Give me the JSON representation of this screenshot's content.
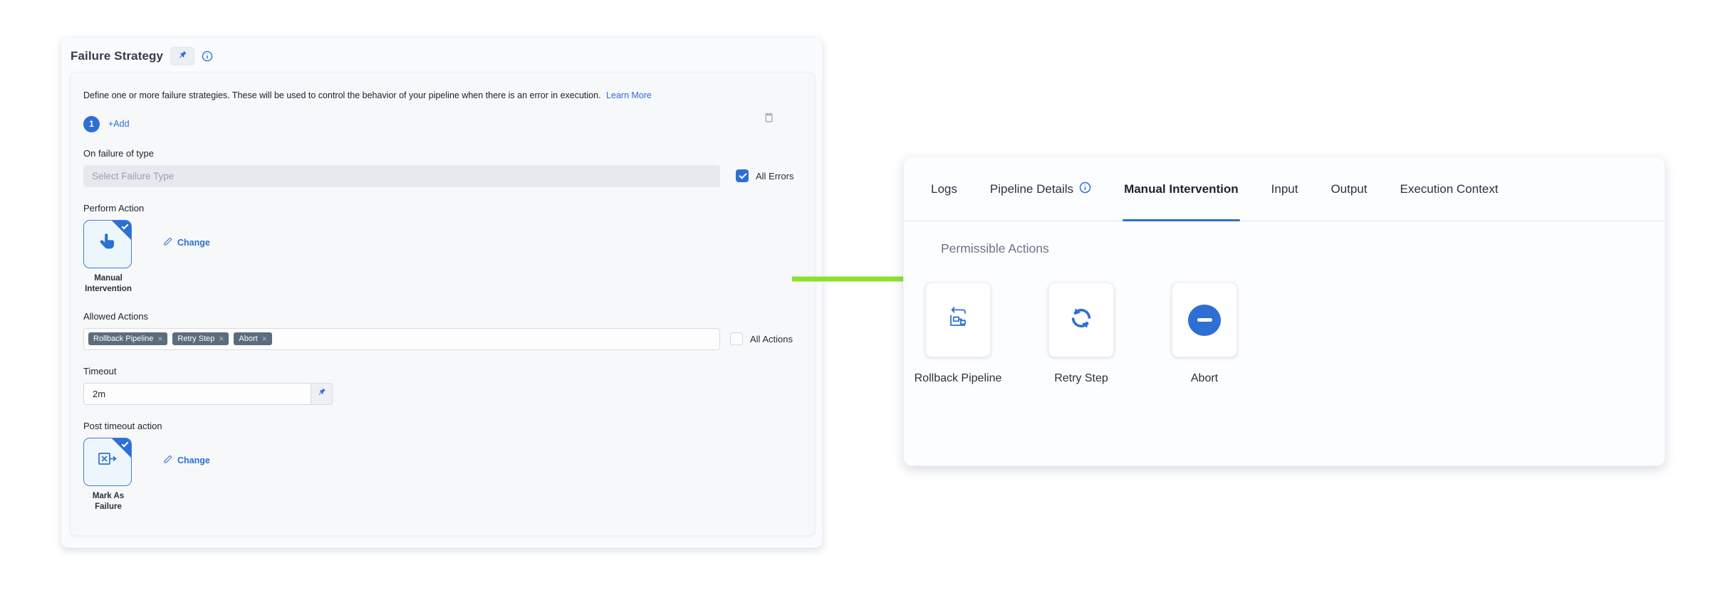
{
  "colors": {
    "primary_blue": "#2e6fd3",
    "link_blue": "#2e6fd3",
    "tag_bg": "#5c6c7f",
    "arrow_green": "#8ce12d",
    "panel_bg": "#f9fbfe",
    "card_bg": "#f6f8fa"
  },
  "failure_strategy": {
    "title": "Failure Strategy",
    "description": "Define one or more failure strategies. These will be used to control the behavior of your pipeline when there is an error in execution.",
    "learn_more": "Learn More",
    "strategy_index": "1",
    "add_label": "+Add",
    "on_failure_label": "On failure of type",
    "failure_type_placeholder": "Select Failure Type",
    "all_errors_label": "All Errors",
    "all_errors_checked": true,
    "perform_action_label": "Perform Action",
    "perform_action": {
      "name": "Manual Intervention",
      "change_label": "Change"
    },
    "allowed_actions_label": "Allowed Actions",
    "allowed_actions_tags": [
      "Rollback Pipeline",
      "Retry Step",
      "Abort"
    ],
    "all_actions_label": "All Actions",
    "all_actions_checked": false,
    "timeout_label": "Timeout",
    "timeout_value": "2m",
    "post_timeout_label": "Post timeout action",
    "post_timeout_action": {
      "name": "Mark As Failure",
      "change_label": "Change"
    },
    "icons": [
      "pin-icon",
      "info-icon",
      "delete-icon",
      "pencil-icon",
      "hand-pointer-icon",
      "mark-failure-icon"
    ]
  },
  "details_panel": {
    "tabs": [
      {
        "label": "Logs"
      },
      {
        "label": "Pipeline Details",
        "has_info_icon": true
      },
      {
        "label": "Manual Intervention",
        "active": true
      },
      {
        "label": "Input"
      },
      {
        "label": "Output"
      },
      {
        "label": "Execution Context"
      }
    ],
    "permissible_actions_title": "Permissible Actions",
    "actions": [
      {
        "label": "Rollback Pipeline",
        "icon": "rollback-pipeline-icon"
      },
      {
        "label": "Retry Step",
        "icon": "retry-icon"
      },
      {
        "label": "Abort",
        "icon": "abort-icon"
      }
    ]
  }
}
